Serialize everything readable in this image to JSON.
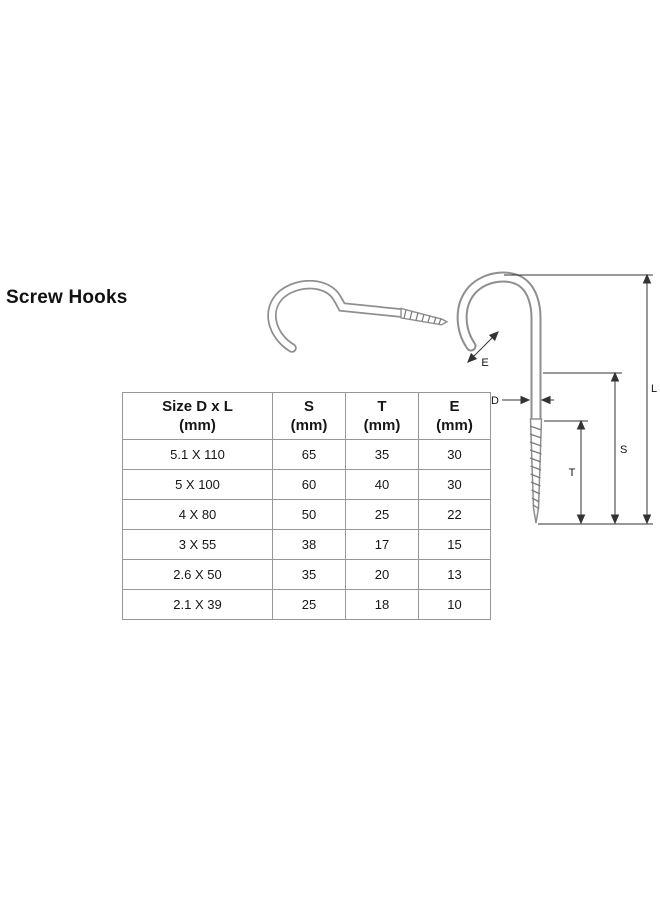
{
  "title": "Screw Hooks",
  "diagram": {
    "dim_labels": {
      "E": "E",
      "D": "D",
      "L": "L",
      "S": "S",
      "T": "T"
    }
  },
  "table": {
    "headers": [
      [
        "Size D x L",
        "(mm)"
      ],
      [
        "S",
        "(mm)"
      ],
      [
        "T",
        "(mm)"
      ],
      [
        "E",
        "(mm)"
      ]
    ],
    "rows": [
      [
        "5.1 X 110",
        "65",
        "35",
        "30"
      ],
      [
        "5 X 100",
        "60",
        "40",
        "30"
      ],
      [
        "4 X 80",
        "50",
        "25",
        "22"
      ],
      [
        "3 X 55",
        "38",
        "17",
        "15"
      ],
      [
        "2.6 X 50",
        "35",
        "20",
        "13"
      ],
      [
        "2.1 X 39",
        "25",
        "18",
        "10"
      ]
    ]
  }
}
